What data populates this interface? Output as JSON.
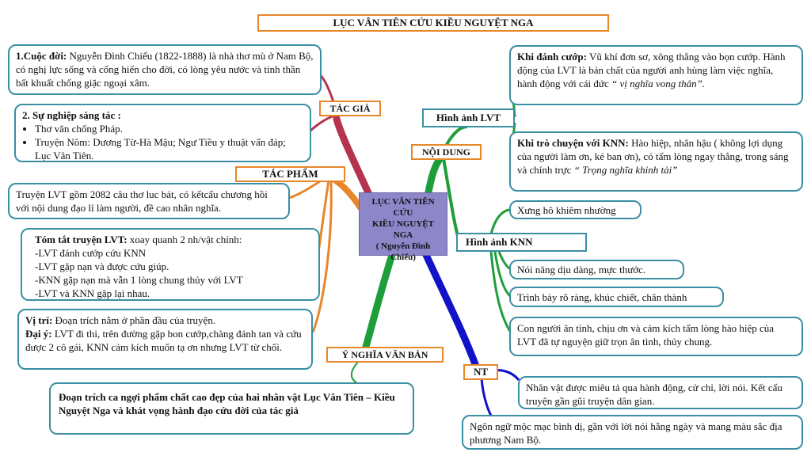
{
  "title": "LỤC VÂN TIÊN CỨU KIỀU NGUYỆT NGA",
  "center": {
    "line1": "LỤC VÂN TIÊN CỨU",
    "line2": "KIỀU NGUYỆT NGA",
    "line3": "( Nguyễn Đình",
    "line4": "Chiểu)"
  },
  "tags": {
    "tac_gia": "TÁC GIẢ",
    "tac_pham": "TÁC PHẨM",
    "noi_dung": "NỘI DUNG",
    "y_nghia": "Ý NGHĨA VĂN BẢN",
    "nt": "NT",
    "hinh_anh_lvt": "Hình ảnh LVT",
    "hinh_anh_knn": "Hình ảnh KNN"
  },
  "left": {
    "cuoc_doi_label": "1.Cuộc đời:",
    "cuoc_doi_text": " Nguyễn Đình Chiểu (1822-1888) là nhà thơ mù ở Nam Bộ, có nghị lực sống và cống hiến cho đời, có lòng yêu nước và tinh thần bất khuất chống giặc ngoại xâm.",
    "su_nghiep_label": "2. Sự nghiệp sáng tác :",
    "su_nghiep_items": [
      "Thơ văn chống Pháp.",
      "Truyện Nôm: Dương Từ-Hà Mậu; Ngư Tiều y thuật vấn đáp; Lục Vân Tiên."
    ],
    "truyen_lvt": "Truyện LVT gồm 2082 câu thơ luc bát, có kếtcấu chương hồi với nội dung đạo lí làm người, đề cao nhân nghĩa.",
    "tom_tat_label": "Tóm tắt truyện LVT:",
    "tom_tat_text": " xoay quanh 2 nh/vật chính:",
    "tom_tat_items": [
      "-LVT đánh cướp cứu KNN",
      "-LVT gặp nạn và được cứu giúp.",
      "-KNN gặp nạn mà vẫn 1 lòng chung thủy với LVT",
      "-LVT và KNN gặp lại nhau."
    ],
    "vi_tri_label": "Vị trí:",
    "vi_tri_text": " Đoạn trích nằm ở phần đầu của truyện.",
    "dai_y_label": "Đại ý:",
    "dai_y_text": " LVT đi thi, trên đường gặp bon cướp,chàng đánh tan và cứu được 2 cô gái, KNN cảm kích muốn tạ ơn nhưng LVT từ chối.",
    "y_nghia_text": "Đoạn trích ca ngợi phẩm chất cao đẹp của hai nhân vật Lục Vân Tiên – Kiều Nguyệt Nga và khát vọng hành đạo cứu đời của tác giả"
  },
  "right": {
    "khi_danh_cuop_label": "Khi đánh cướp:",
    "khi_danh_cuop_text": " Vũ khí đơn sơ, xông thẳng vào bọn cướp. Hành động của LVT là bản chất của người anh hùng làm việc nghĩa, hành động với cái đức ",
    "khi_danh_cuop_quote": "“ vị nghĩa vong thân”.",
    "khi_tro_chuyen_label": "Khi trò chuyện với KNN:",
    "khi_tro_chuyen_text": " Hào hiệp, nhân hậu ( không lợi dụng của người làm ơn, kẻ ban ơn), có tấm lòng ngay thẳng, trong sáng và chính trực ",
    "khi_tro_chuyen_quote": "“ Trọng nghĩa khinh tài”",
    "xung_ho": "Xưng hô khiêm nhường",
    "noi_nang": "Nói năng dịu dàng, mực thước.",
    "trinh_bay": "Trình bày rõ ràng, khúc chiết, chân thành",
    "con_nguoi": "Con người ân tình, chịu ơn và cảm kích tấm lòng hào hiệp của LVT đã tự nguyện giữ trọn ân tình, thủy chung.",
    "nt1": "Nhân vật được miêu tả qua hành động, cử chỉ, lời nói. Kết cấu truyện gần gũi truyện dân gian.",
    "nt2": "Ngôn ngữ mộc mạc bình dị, gần với lời nói hằng ngày và mang màu sắc địa phương Nam Bộ."
  },
  "colors": {
    "tac_gia": "#b5334e",
    "tac_pham": "#e8862a",
    "noi_dung": "#1e9e3a",
    "y_nghia": "#1e9e3a",
    "nt": "#1212c8",
    "box_border": "#3a8fa3",
    "center_fill": "#8d86c9"
  }
}
